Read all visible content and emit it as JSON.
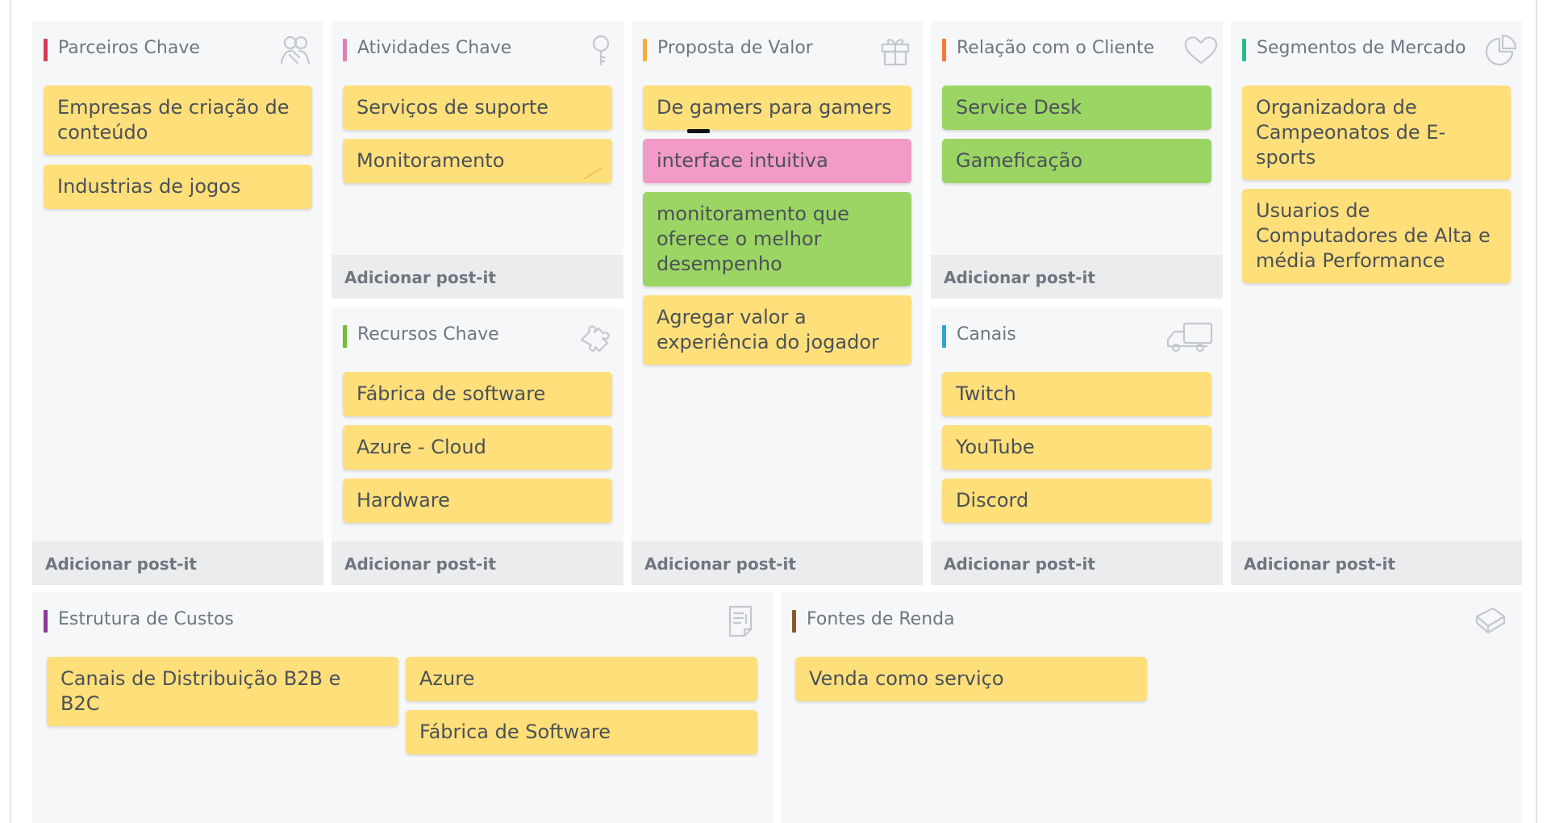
{
  "add_label": "Adicionar post-it",
  "colors": {
    "parceiros": "#d83a55",
    "atividades": "#e07fb5",
    "recursos": "#6fbf2d",
    "proposta": "#f6ad33",
    "relacao": "#f4792e",
    "canais": "#2ea6d3",
    "segmentos": "#25bd8c",
    "custos": "#8c3a9b",
    "renda": "#8a5a2b",
    "note_yellow": "#ffdf7a",
    "note_pink": "#f29ac8",
    "note_green": "#9bd664"
  },
  "panels": {
    "parceiros": {
      "title": "Parceiros Chave",
      "icon": "handshake-icon",
      "notes": [
        "Empresas de criação de conteúdo",
        "Industrias de jogos"
      ]
    },
    "atividades": {
      "title": "Atividades Chave",
      "icon": "key-icon",
      "notes": [
        "Serviços de suporte",
        "Monitoramento"
      ]
    },
    "recursos": {
      "title": "Recursos Chave",
      "icon": "puzzle-icon",
      "notes": [
        "Fábrica de software",
        "Azure - Cloud",
        "Hardware"
      ]
    },
    "proposta": {
      "title": "Proposta de Valor",
      "icon": "gift-icon",
      "notes": [
        "De gamers para gamers",
        "interface intuitiva",
        "monitoramento que oferece o melhor desempenho",
        "Agregar valor a experiência do jogador"
      ]
    },
    "relacao": {
      "title": "Relação com o Cliente",
      "icon": "heart-icon",
      "notes": [
        "Service Desk",
        "Gameficação"
      ]
    },
    "canais": {
      "title": "Canais",
      "icon": "truck-icon",
      "notes": [
        "Twitch",
        "YouTube",
        "Discord"
      ]
    },
    "segmentos": {
      "title": "Segmentos de Mercado",
      "icon": "pie-chart-icon",
      "notes": [
        "Organizadora de Campeonatos de E-sports",
        "Usuarios de Computadores de Alta e média Performance"
      ]
    },
    "custos": {
      "title": "Estrutura de Custos",
      "icon": "invoice-icon",
      "notes": [
        "Canais de Distribuição B2B e B2C",
        "Azure",
        "Fábrica de Software"
      ]
    },
    "renda": {
      "title": "Fontes de Renda",
      "icon": "money-icon",
      "notes": [
        "Venda como serviço"
      ]
    }
  }
}
